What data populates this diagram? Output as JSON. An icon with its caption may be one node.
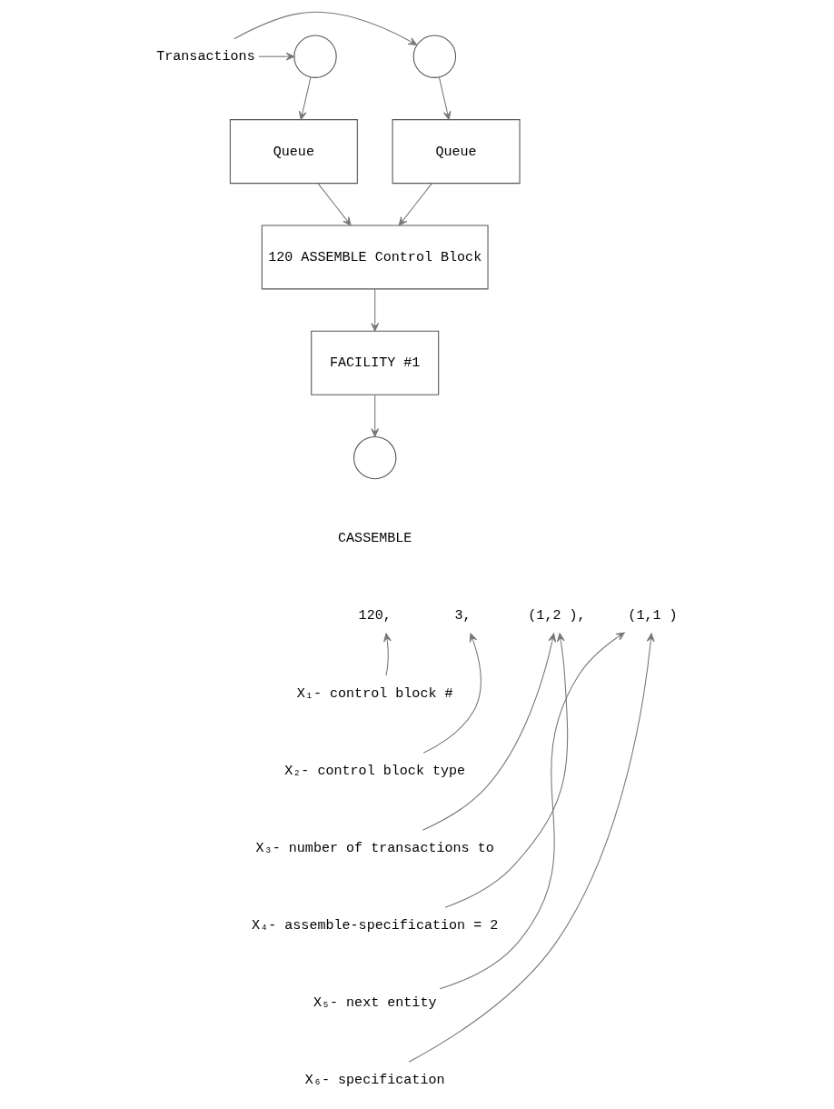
{
  "diagram": {
    "nodes": [
      {
        "text": [],
        "shape": "circle"
      },
      {
        "text": [
          "Transactions"
        ]
      },
      {
        "text": [],
        "shape": "circle"
      },
      {
        "text": [
          "Queue"
        ]
      },
      {
        "text": [
          "Queue"
        ]
      },
      {
        "text": [
          "120 ASSEMBLE Control Block"
        ]
      },
      {
        "text": [
          "FACILITY #1"
        ]
      },
      {
        "text": [],
        "shape": "circle"
      },
      {
        "text": [
          "120,"
        ]
      },
      {
        "text": [
          "3,"
        ]
      },
      {
        "text": [
          "(1,2 ),"
        ]
      },
      {
        "text": [
          "(1,1 )"
        ]
      },
      {
        "text": [
          "X₁- control block #"
        ]
      },
      {
        "text": [
          "X₂- control block type"
        ]
      },
      {
        "text": [
          "X₃- number of transactions to"
        ]
      },
      {
        "text": [
          "X₄- assemble-specification = 2"
        ]
      },
      {
        "text": [
          "X₅- next entity"
        ]
      },
      {
        "text": [
          "X₆- specification"
        ]
      }
    ],
    "edges": [
      {
        "from": 1,
        "to": 0,
        "arrow": "to"
      },
      {
        "from": 1,
        "to": 2,
        "arrow": "to"
      },
      {
        "from": 0,
        "to": 3,
        "arrow": "to"
      },
      {
        "from": 2,
        "to": 4,
        "arrow": "to"
      },
      {
        "from": 3,
        "to": 5,
        "arrow": "to"
      },
      {
        "from": 4,
        "to": 5,
        "arrow": "to"
      },
      {
        "from": 5,
        "to": 6,
        "arrow": "to"
      },
      {
        "from": 6,
        "to": 7,
        "arrow": "to"
      },
      {
        "from": 12,
        "to": 8,
        "arrow": "to"
      },
      {
        "from": 13,
        "to": 9,
        "arrow": "to"
      },
      {
        "from": 14,
        "to": 10,
        "arrow": "to"
      },
      {
        "from": 15,
        "to": 10,
        "arrow": "to"
      },
      {
        "from": 16,
        "to": 11,
        "arrow": "to"
      },
      {
        "from": 17,
        "to": 11,
        "arrow": "to"
      }
    ],
    "labels": [
      "CASSEMBLE"
    ]
  }
}
